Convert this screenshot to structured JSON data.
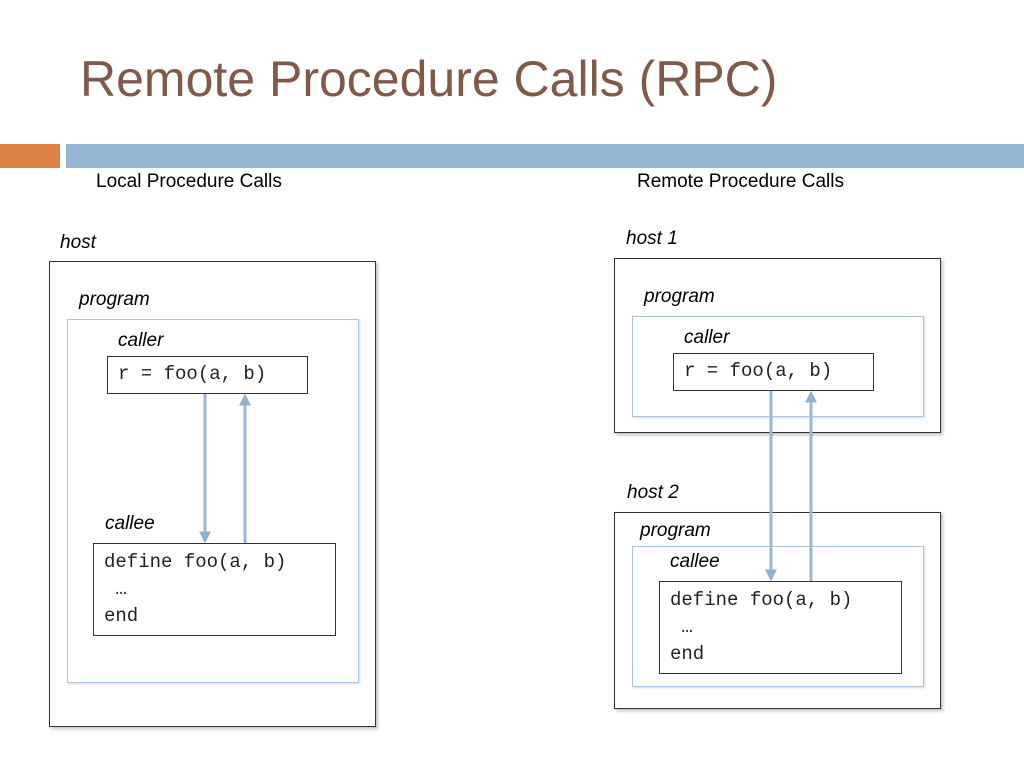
{
  "slide": {
    "title": "Remote Procedure Calls (RPC)",
    "accent_colors": {
      "title": "#7f5a48",
      "orange_bar": "#dd8047",
      "blue_bar": "#94b6d2",
      "arrow": "#9ab7d3"
    }
  },
  "local": {
    "heading": "Local Procedure Calls",
    "host_label": "host",
    "program_label": "program",
    "caller_label": "caller",
    "caller_code": "r = foo(a, b)",
    "callee_label": "callee",
    "callee_code": [
      "define foo(a, b)",
      " …",
      "end"
    ]
  },
  "remote": {
    "heading": "Remote Procedure Calls",
    "host1_label": "host 1",
    "host1_program_label": "program",
    "caller_label": "caller",
    "caller_code": "r = foo(a, b)",
    "host2_label": "host 2",
    "host2_program_label": "program",
    "callee_label": "callee",
    "callee_code": [
      "define foo(a, b)",
      " …",
      "end"
    ]
  }
}
